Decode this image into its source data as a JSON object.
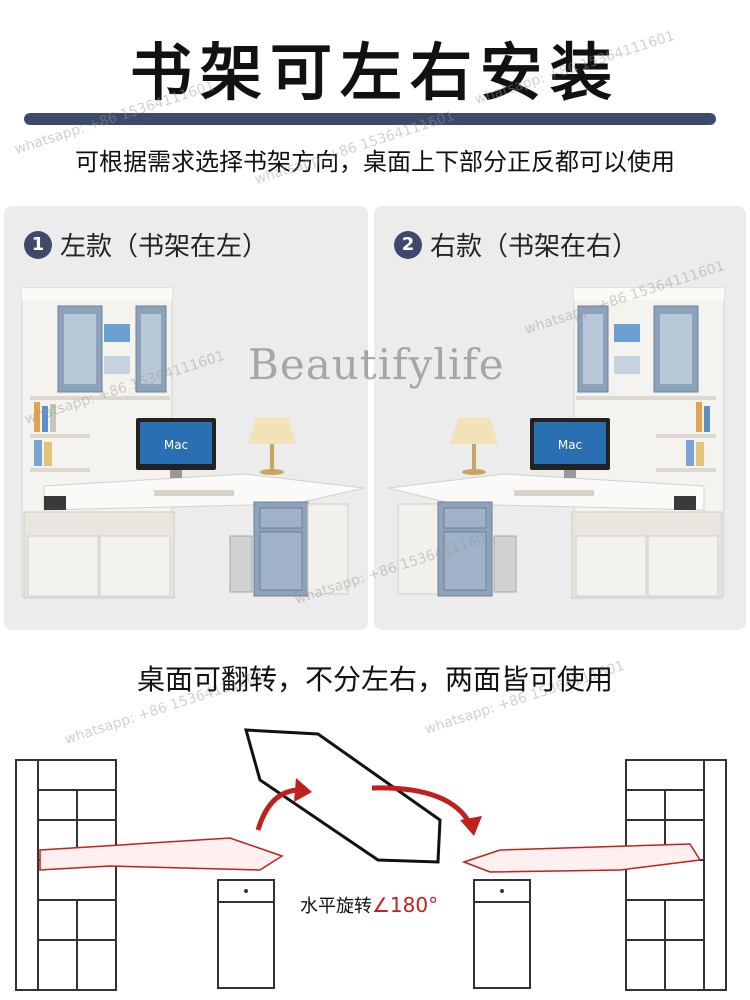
{
  "title": "书架可左右安装",
  "subtitle": "可根据需求选择书架方向，桌面上下部分正反都可以使用",
  "panels": [
    {
      "number": "1",
      "label": "左款（书架在左）"
    },
    {
      "number": "2",
      "label": "右款（书架在右）"
    }
  ],
  "brand_watermark": "Beautifylife",
  "watermark_text": "whatsapp: +86 15364111601",
  "monitor_text": "Mac",
  "caption": "桌面可翻转，不分左右，两面皆可使用",
  "rotation": {
    "text": "水平旋转",
    "angle": "∠180°"
  },
  "colors": {
    "accent": "#3d4a6b",
    "arrow": "#c0201e",
    "cabinet_blue": "#8da2bb",
    "panel_bg": "#ececec"
  }
}
